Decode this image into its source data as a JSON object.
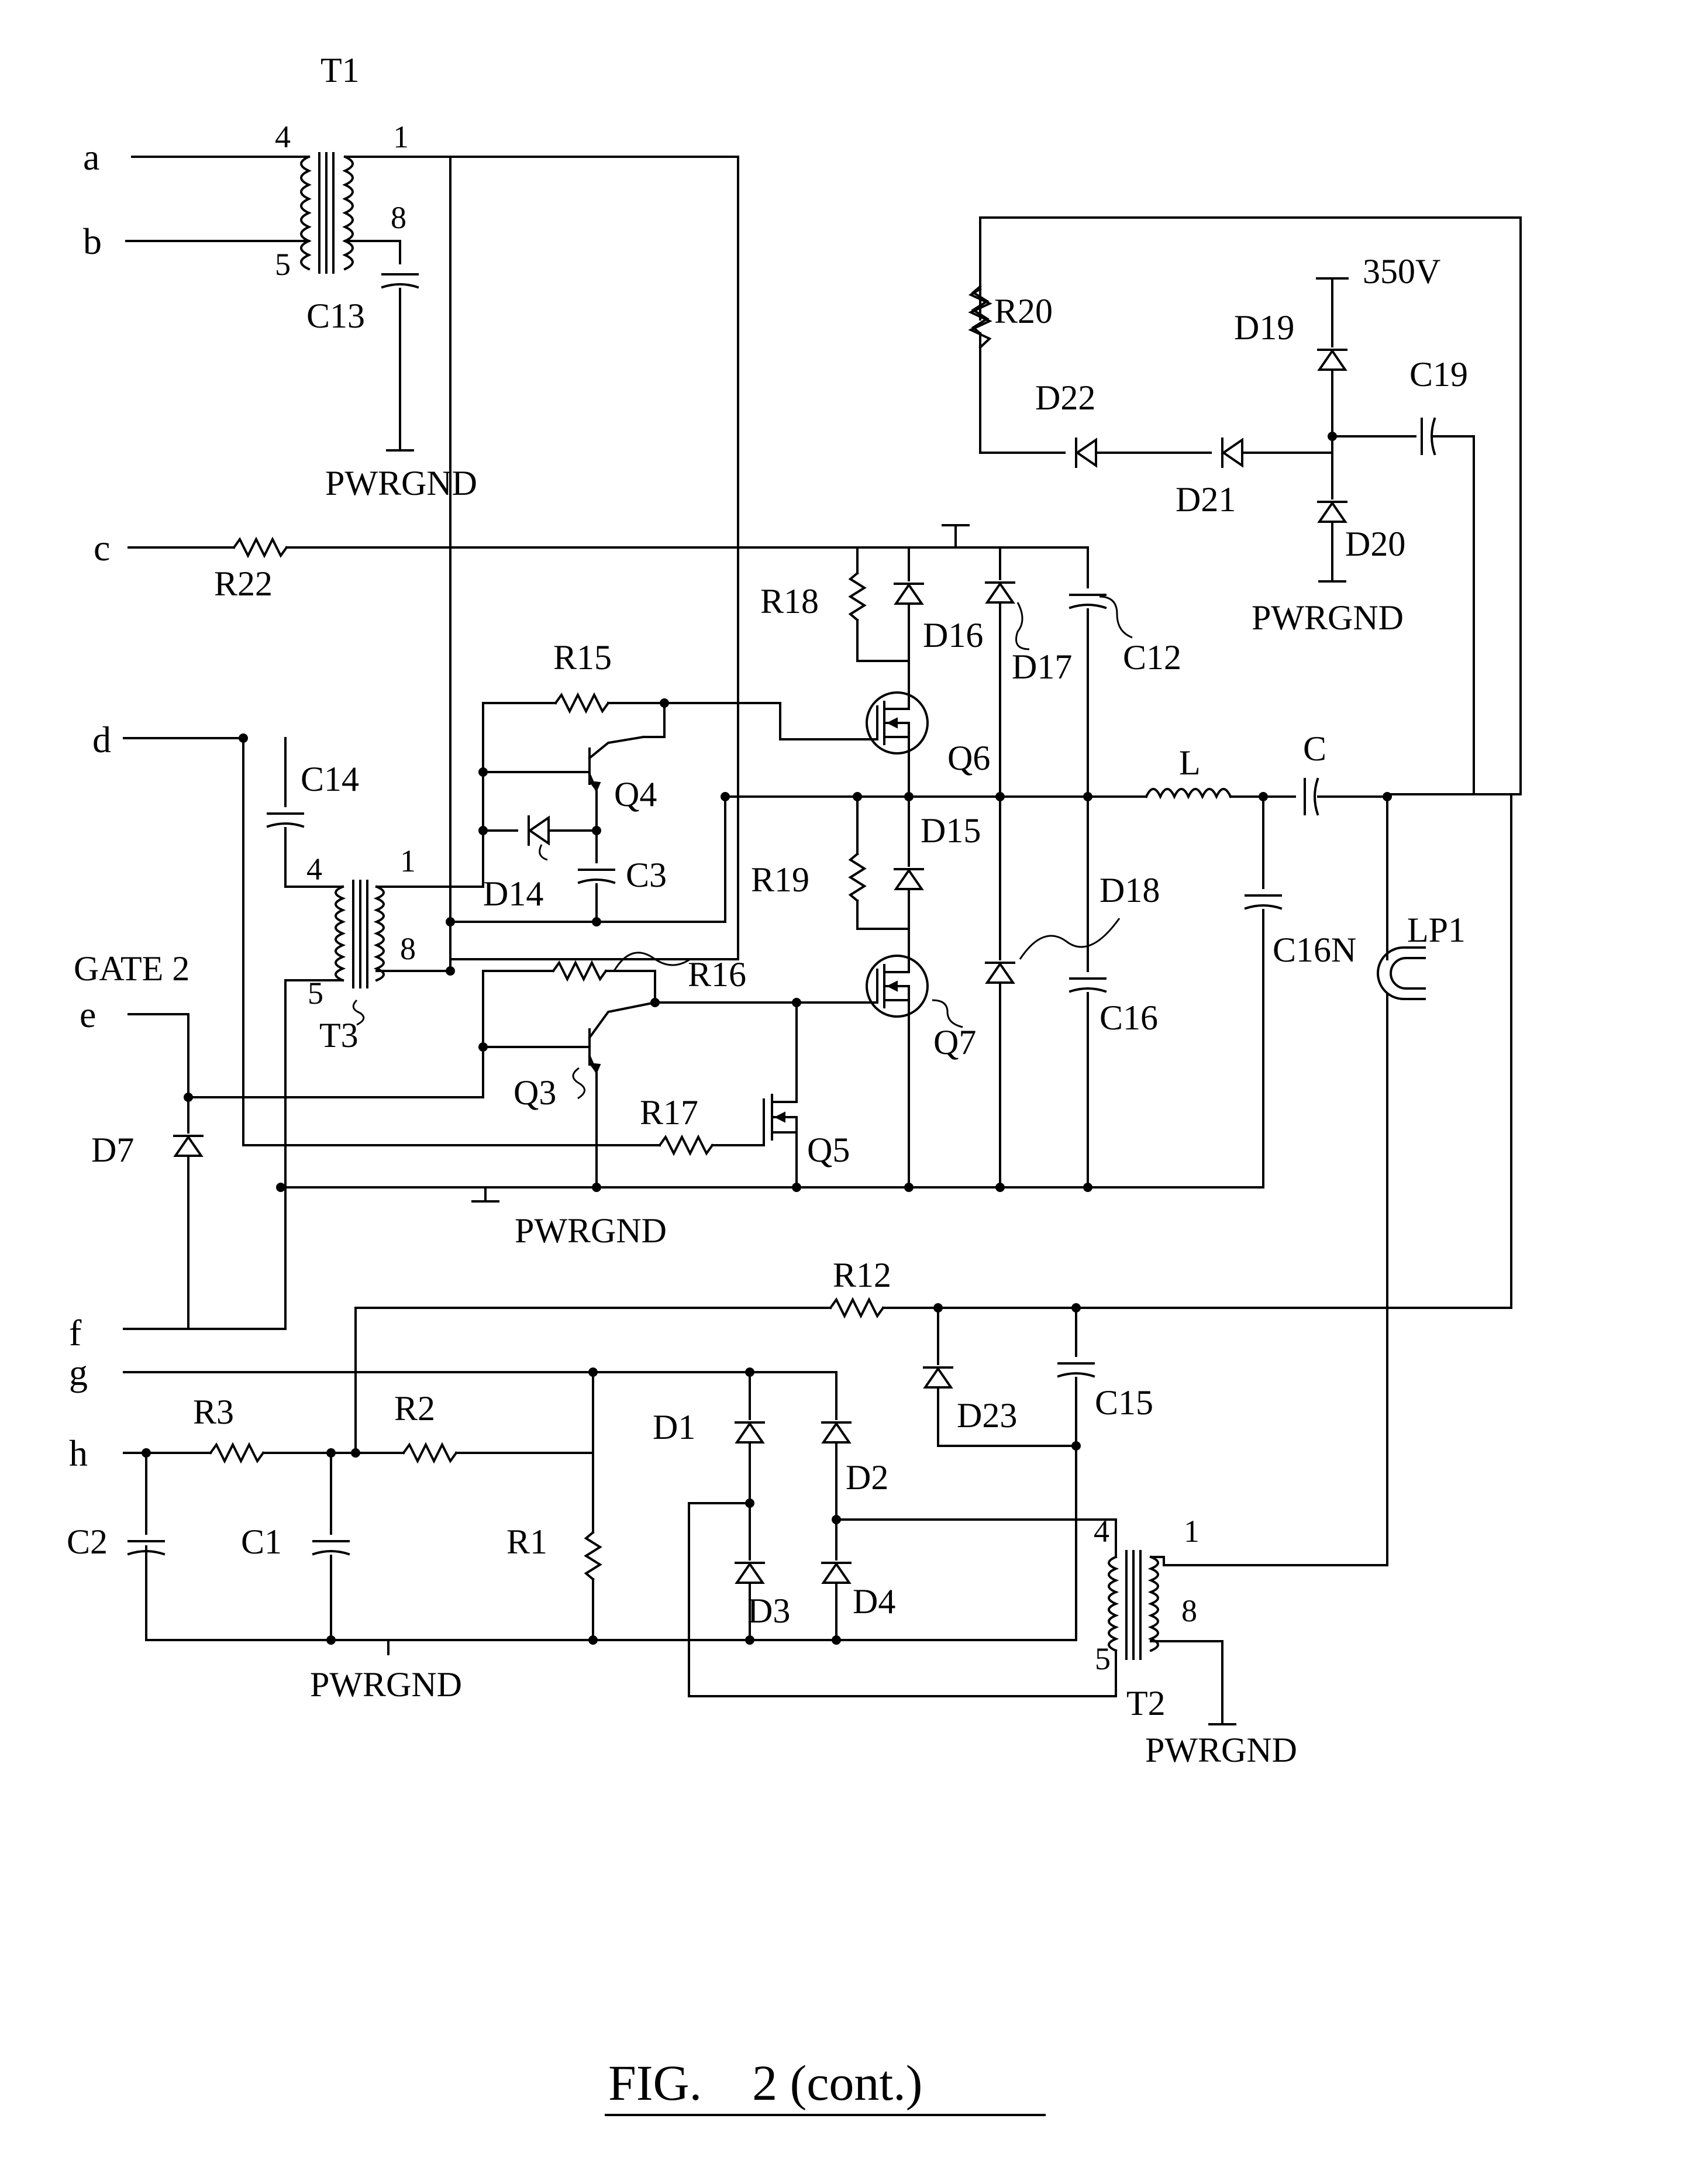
{
  "figure": {
    "caption": "FIG.    2 (cont.)"
  },
  "terminals": [
    "a",
    "b",
    "c",
    "d",
    "e",
    "f",
    "g",
    "h"
  ],
  "gate_label": "GATE 2",
  "voltage_label": "350V",
  "ground_label": "PWRGND",
  "pins": {
    "p1": "1",
    "p4": "4",
    "p5": "5",
    "p8": "8"
  },
  "components": {
    "transformers": [
      "T1",
      "T2",
      "T3"
    ],
    "resistors": [
      "R1",
      "R2",
      "R3",
      "R12",
      "R15",
      "R16",
      "R17",
      "R18",
      "R19",
      "R20",
      "R22"
    ],
    "capacitors": [
      "C",
      "C1",
      "C2",
      "C3",
      "C12",
      "C13",
      "C14",
      "C15",
      "C16",
      "C16N",
      "C19"
    ],
    "diodes": [
      "D1",
      "D2",
      "D3",
      "D4",
      "D7",
      "D14",
      "D15",
      "D16",
      "D17",
      "D18",
      "D19",
      "D20",
      "D21",
      "D22",
      "D23"
    ],
    "transistors": [
      "Q3",
      "Q4",
      "Q5",
      "Q6",
      "Q7"
    ],
    "inductor": "L",
    "lamp": "LP1"
  }
}
